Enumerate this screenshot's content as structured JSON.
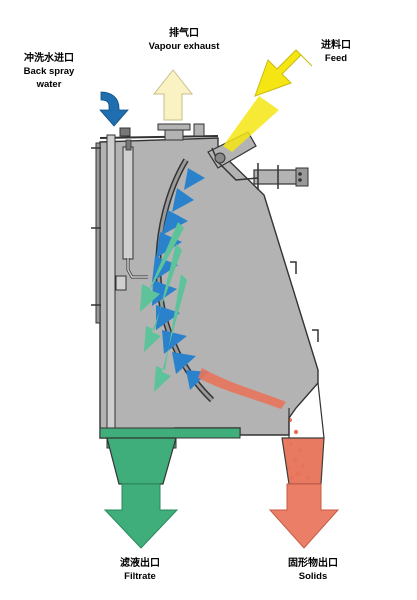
{
  "labels": {
    "back_spray": {
      "cn": "冲洗水进口",
      "en_line1": "Back spray",
      "en_line2": "water"
    },
    "vapour": {
      "cn": "排气口",
      "en": "Vapour exhaust"
    },
    "feed": {
      "cn": "进料口",
      "en": "Feed"
    },
    "filtrate": {
      "cn": "滤液出口",
      "en": "Filtrate"
    },
    "solids": {
      "cn": "固形物出口",
      "en": "Solids"
    }
  },
  "colors": {
    "body": "#b3b3b3",
    "outline": "#333333",
    "spray_arrow": "#1f6fb0",
    "vapour_arrow": "#fbf2c4",
    "feed_arrow": "#f5e613",
    "screen_blue": "#2a82cc",
    "filtrate_green": "#3fae7a",
    "green_arrow": "#5cc39a",
    "solids": "#e8735a",
    "solids_arrow": "#ea7e66"
  }
}
